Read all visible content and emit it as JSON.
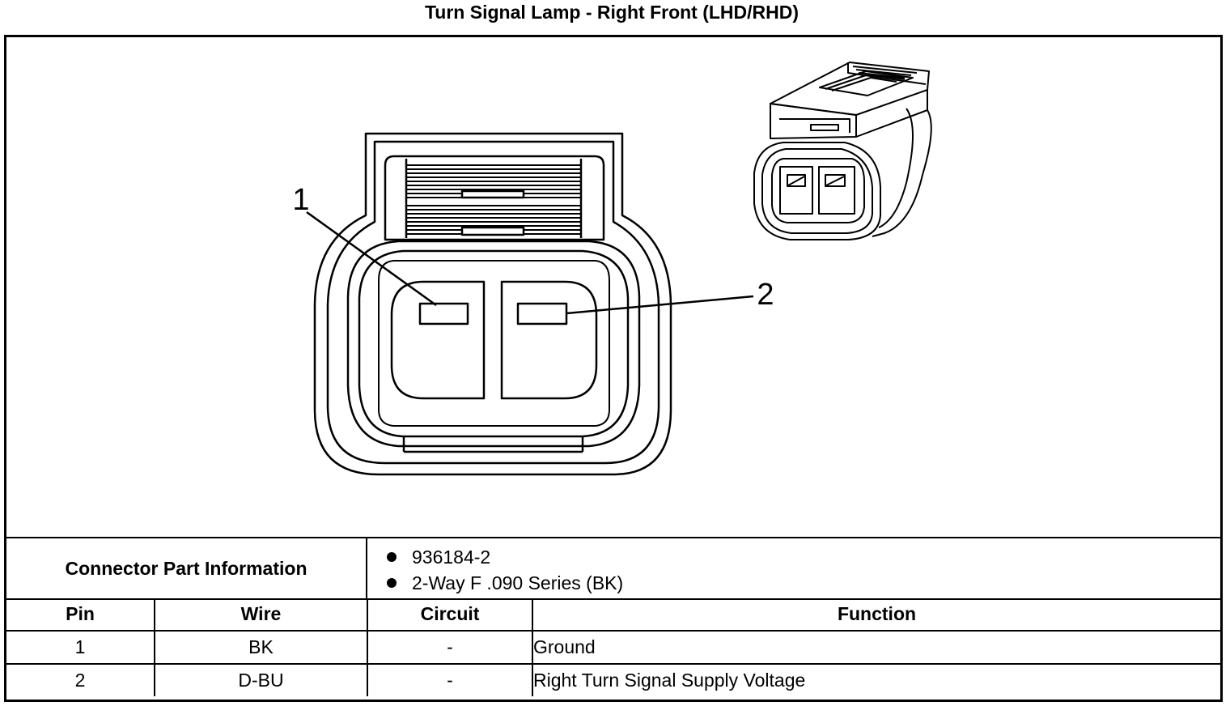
{
  "title": "Turn Signal Lamp - Right Front (LHD/RHD)",
  "callouts": {
    "pin1": "1",
    "pin2": "2"
  },
  "connector_info": {
    "label": "Connector Part Information",
    "items": [
      "936184-2",
      "2-Way F .090 Series (BK)"
    ]
  },
  "table": {
    "headers": {
      "pin": "Pin",
      "wire": "Wire",
      "circuit": "Circuit",
      "function": "Function"
    },
    "rows": [
      {
        "pin": "1",
        "wire": "BK",
        "circuit": "-",
        "function": "Ground"
      },
      {
        "pin": "2",
        "wire": "D-BU",
        "circuit": "-",
        "function": "Right Turn Signal Supply Voltage"
      }
    ]
  }
}
